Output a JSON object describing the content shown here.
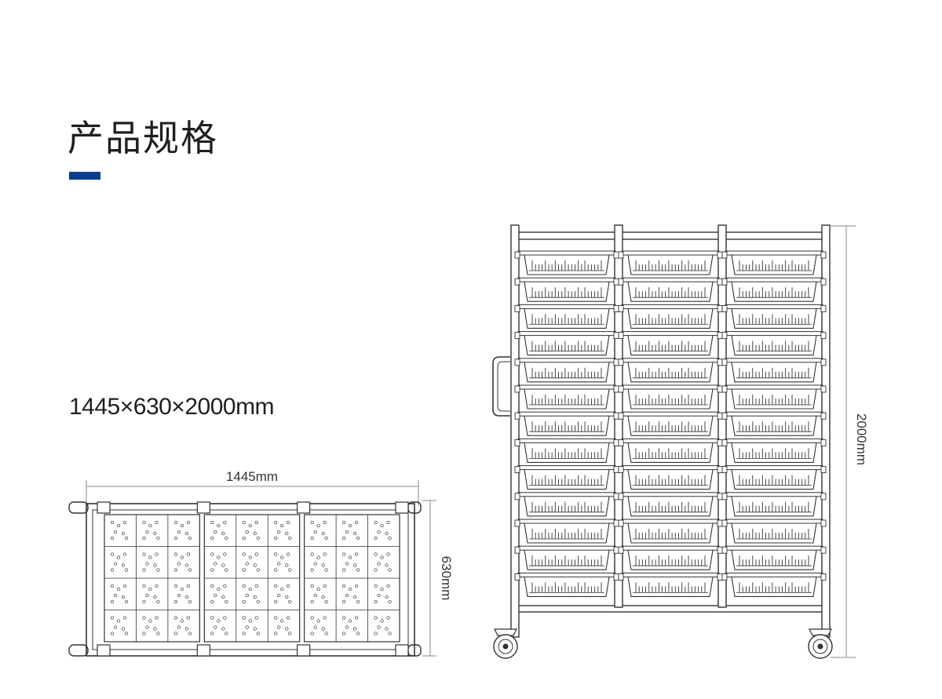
{
  "title": "产品规格",
  "colors": {
    "accent": "#0c3d8c",
    "line": "#333333",
    "dim_line": "#888888"
  },
  "overall_dimensions": "1445×630×2000mm",
  "top_view": {
    "width_label": "1445mm",
    "depth_label": "630mm",
    "bays": 3
  },
  "front_view": {
    "height_label": "2000mm",
    "columns": 3,
    "tiers": 13
  }
}
